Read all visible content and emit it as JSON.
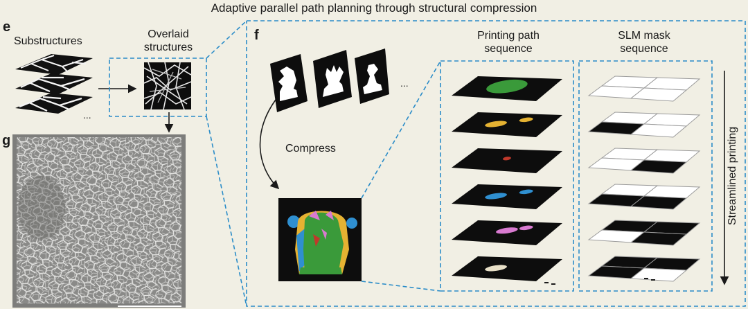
{
  "title": "Adaptive parallel path planning through structural compression",
  "panels": {
    "e": {
      "letter": "e",
      "substructures_label": "Substructures",
      "overlaid_label": "Overlaid\nstructures",
      "ellipsis": "..."
    },
    "f": {
      "letter": "f",
      "compress_label": "Compress",
      "ellipsis": "...",
      "path_header": "Printing path\nsequence",
      "slm_header": "SLM mask\nsequence",
      "streamlined_label": "Streamlined printing",
      "path_layer_colors": [
        "#3a9a3a",
        "#e5b232",
        "#c0392b",
        "#2f8fd0",
        "#d87ad0",
        "#e8e0c8"
      ],
      "slm_patterns": [
        [
          "white",
          "white",
          "white",
          "white"
        ],
        [
          "white",
          "white",
          "black",
          "white"
        ],
        [
          "white",
          "white",
          "white",
          "black"
        ],
        [
          "white",
          "white",
          "black",
          "black"
        ],
        [
          "black",
          "black",
          "white",
          "black"
        ],
        [
          "black",
          "black",
          "black",
          "white"
        ]
      ]
    },
    "g": {
      "letter": "g"
    }
  },
  "colors": {
    "background": "#f1efe4",
    "dashed": "#2a8cc8"
  }
}
